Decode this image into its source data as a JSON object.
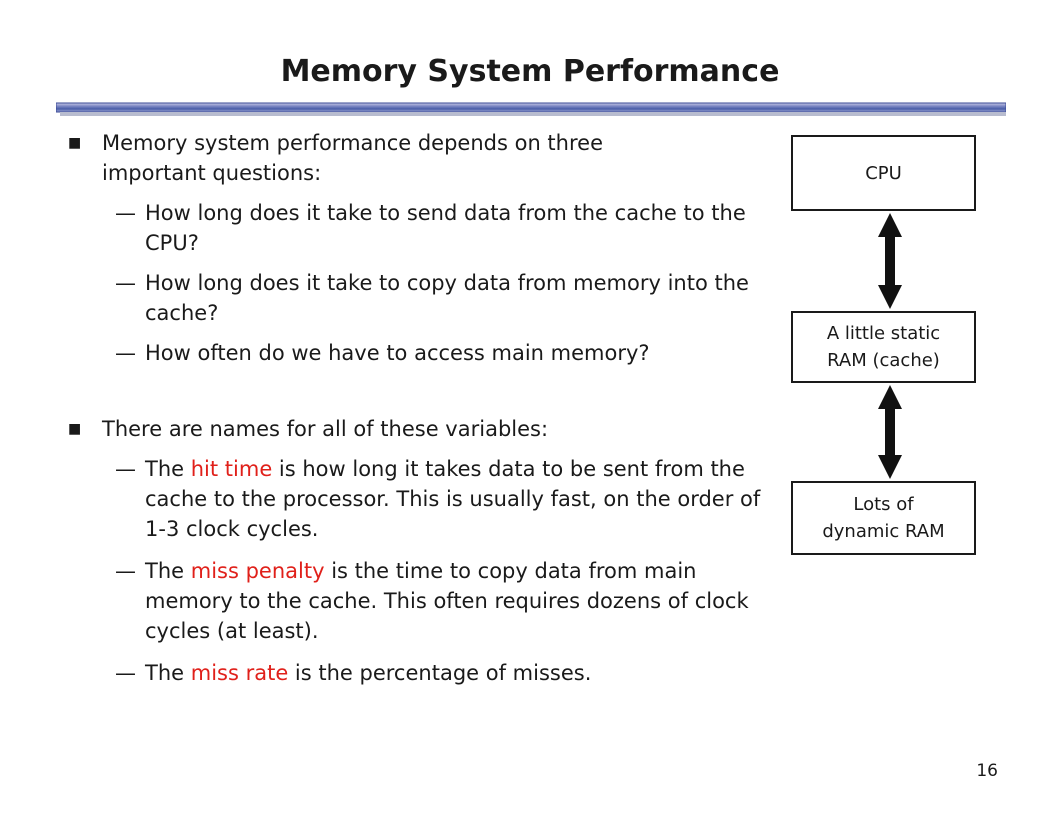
{
  "slide": {
    "title": "Memory System Performance",
    "page_number": "16",
    "bullets": [
      {
        "text": "Memory system performance depends on three important questions:",
        "sub_bullets": [
          "How long does it take to send data from the cache to the CPU?",
          "How long does it take to copy data from memory into the cache?",
          "How often do we have to access main memory?"
        ]
      },
      {
        "text": "There are names for all of these variables:",
        "sub_bullets": [
          {
            "prefix": "The ",
            "term": "hit time",
            "suffix": " is how long it takes data to be sent from the cache to the processor. This is usually fast, on the order of 1-3 clock cycles."
          },
          {
            "prefix": "The ",
            "term": "miss penalty",
            "suffix": " is the time to copy data from main memory to the cache. This often requires dozens of clock cycles (at least)."
          },
          {
            "prefix": "The ",
            "term": "miss rate",
            "suffix": " is the percentage of misses."
          }
        ]
      }
    ]
  },
  "diagram": {
    "boxes": [
      {
        "line1": "CPU",
        "line2": ""
      },
      {
        "line1": "A little static",
        "line2": "RAM (cache)"
      },
      {
        "line1": "Lots of",
        "line2": "dynamic RAM"
      }
    ]
  },
  "colors": {
    "highlight": "#e0201a",
    "text": "#1a1a1a",
    "rule_blue": "#4a5ea8"
  }
}
